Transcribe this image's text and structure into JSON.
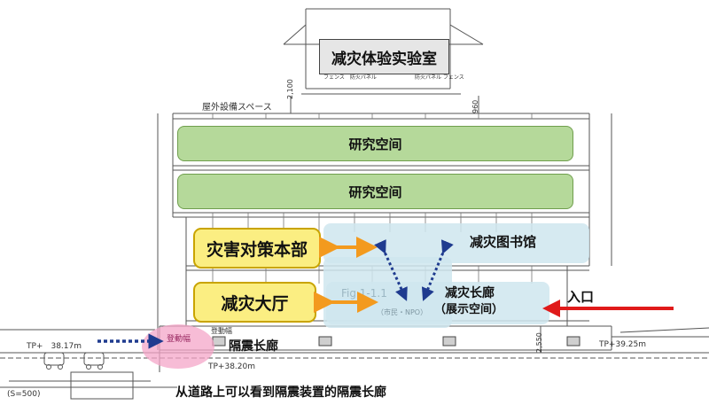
{
  "labels": {
    "lab": "减灾体验实验室",
    "research_upper": "研究空间",
    "research_lower": "研究空间",
    "headquarters": "灾害对策本部",
    "hall": "减灾大厅",
    "library": "减灾图书馆",
    "corridor": "减灾长廊",
    "corridor_sub": "（展示空间）",
    "entrance": "入口",
    "seismic_corridor": "隔震长廊",
    "caption": "从道路上可以看到隔震装置的隔震长廊"
  },
  "drawing_text": {
    "rooftop_space": "屋外設備スペース",
    "dim_2100": "2,100",
    "dim_960": "960",
    "dim_2550": "2,550",
    "tp_left": "TP+　38.17m",
    "tp_right": "TP+39.25m",
    "tp_mid": "TP+38.20m",
    "scale": "(S=500)",
    "note_fence_left": "フェンス　防火パネル",
    "note_fence_right": "防火パネル フェンス",
    "pink_note": "登動幅",
    "mid_note": "登動幅",
    "faded_note_1": "Fig.1-1.1",
    "faded_note_2": "（市民・NPO）"
  },
  "colors": {
    "green_fill": "#b5d99a",
    "yellow_fill": "#fbee82",
    "blue_fill": "#cfe6ee",
    "orange_arrow": "#f39a1e",
    "red_arrow": "#e01a1a",
    "blue_dotted": "#1f3b8f",
    "pink": "#f4a6c8"
  }
}
